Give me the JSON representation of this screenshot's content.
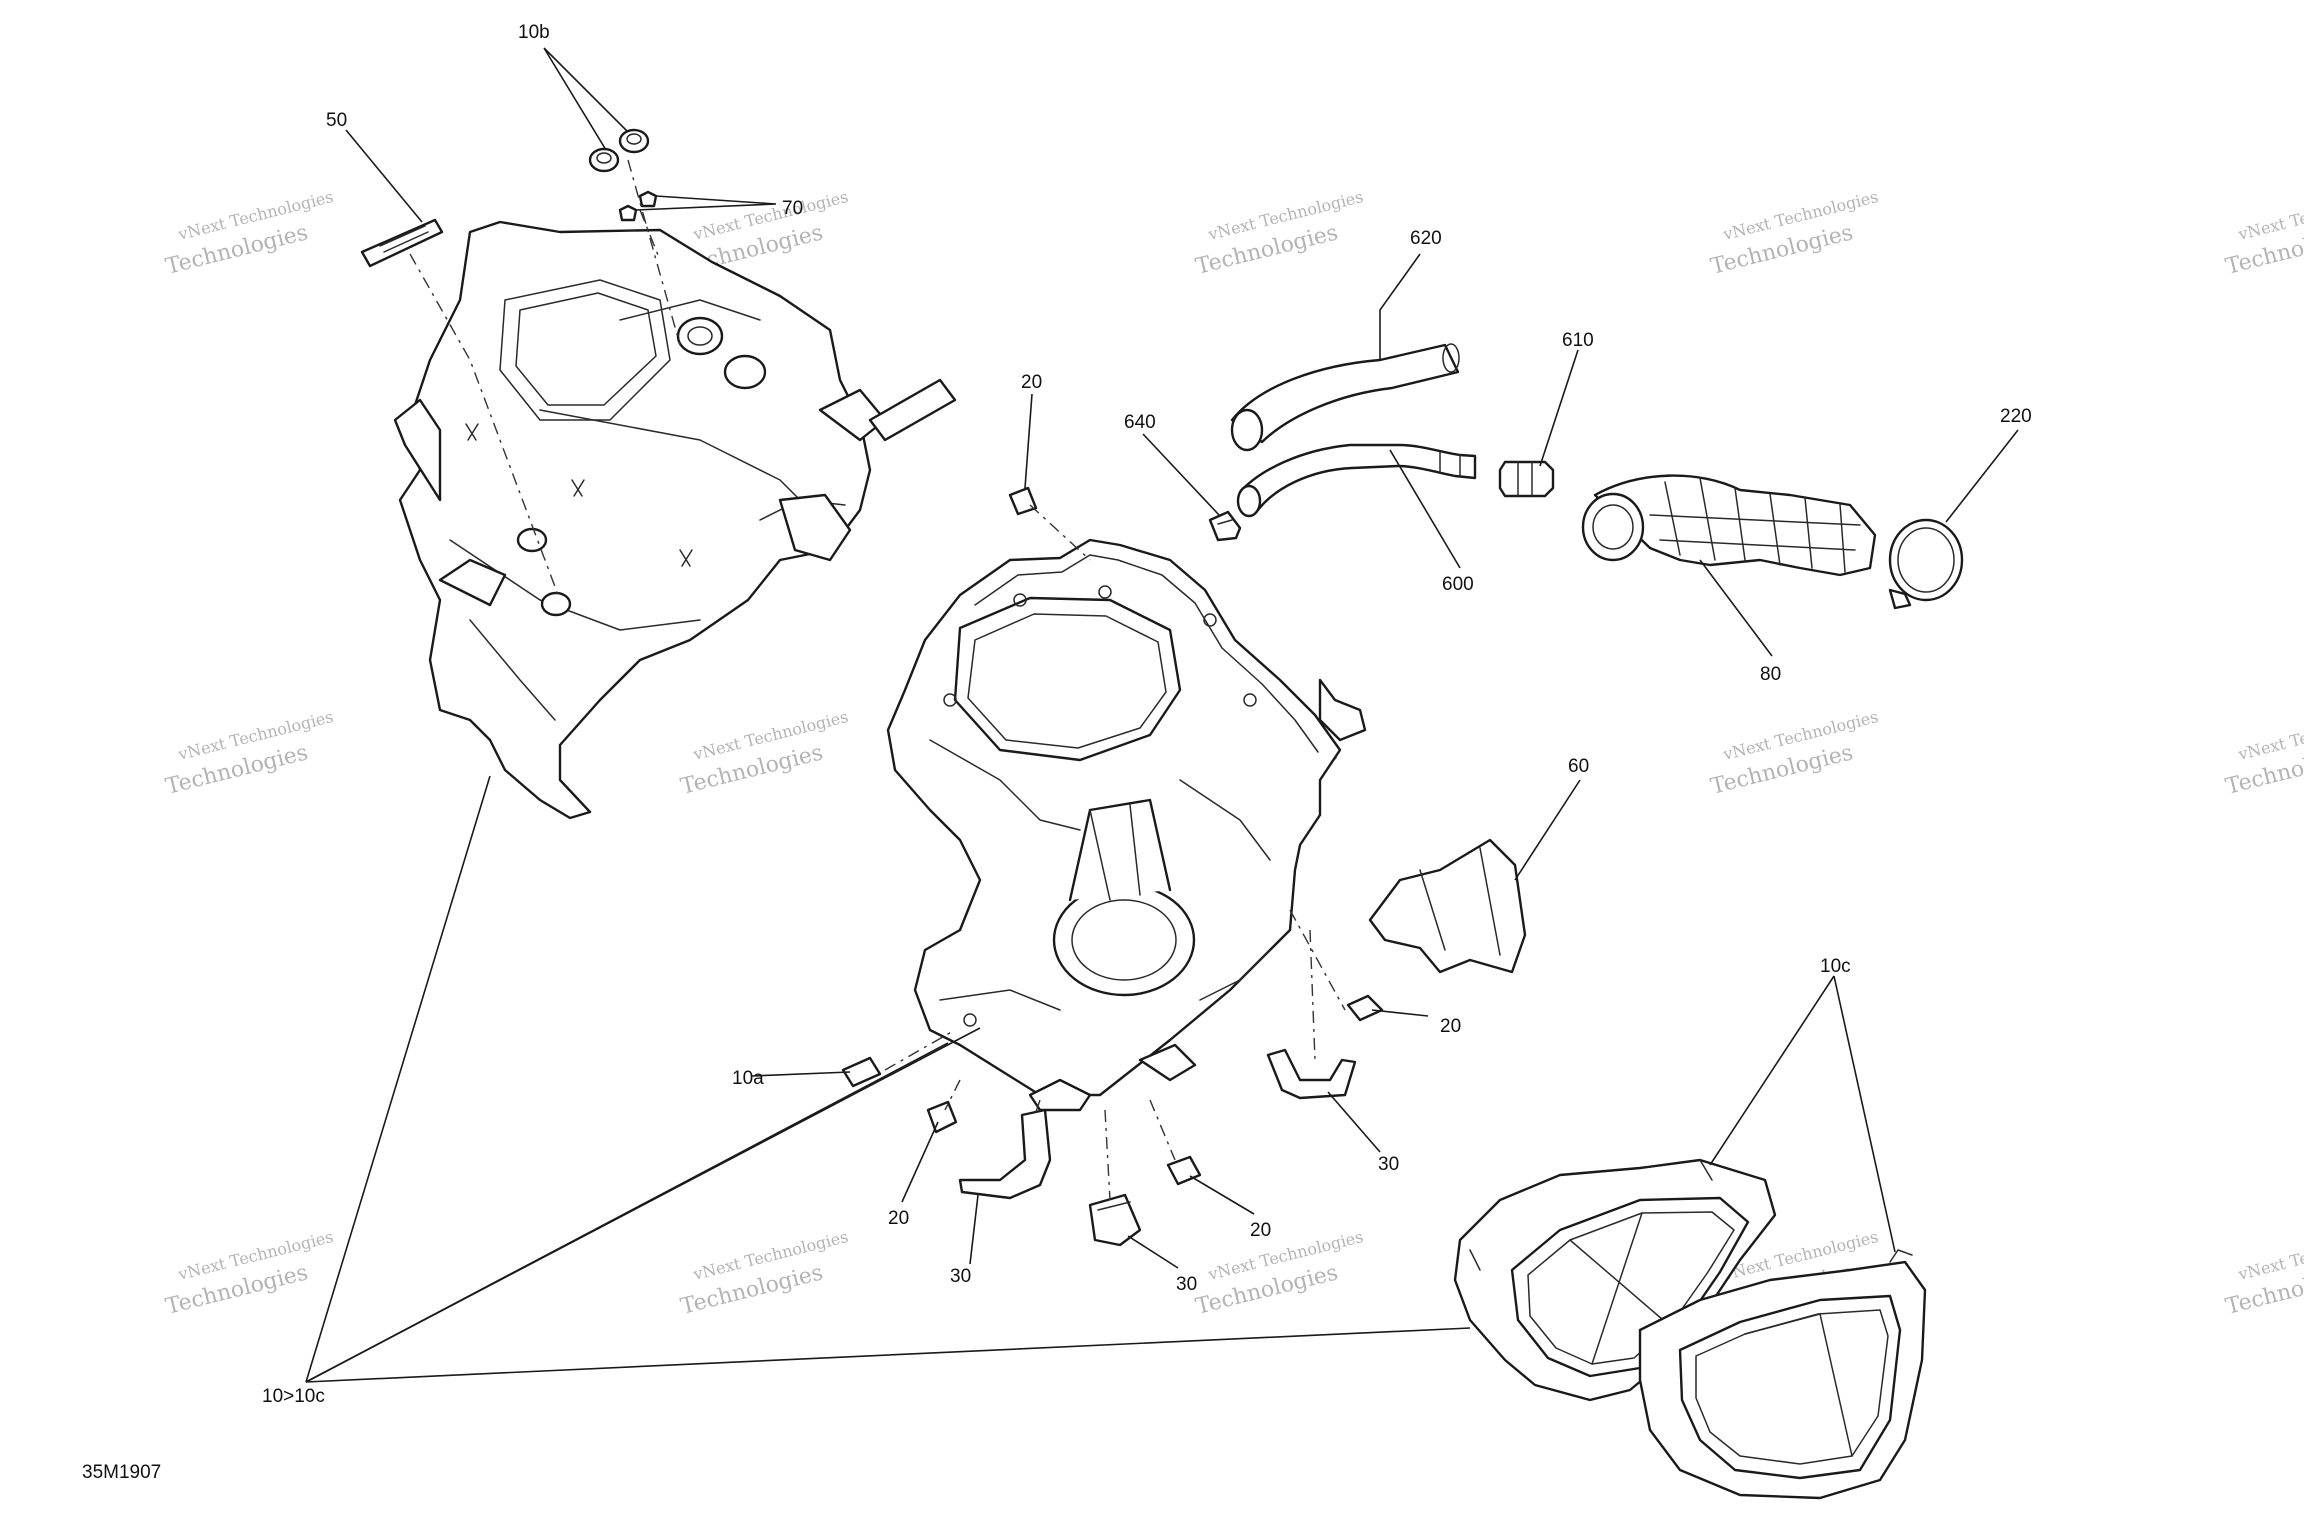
{
  "labels": {
    "l10b": "10b",
    "l50": "50",
    "l70": "70",
    "l620": "620",
    "l610": "610",
    "l20a": "20",
    "l640": "640",
    "l220": "220",
    "l600": "600",
    "l80": "80",
    "l60": "60",
    "l20b": "20",
    "l10c": "10c",
    "l10a": "10a",
    "l30a": "30",
    "l20c": "20",
    "l20d": "20",
    "l30b": "30",
    "l30c": "30",
    "l10to10c": "10>10c"
  },
  "watermark": {
    "line1": "vNext Technologies",
    "line2": "Technologies"
  },
  "figure_code": "35M1907"
}
